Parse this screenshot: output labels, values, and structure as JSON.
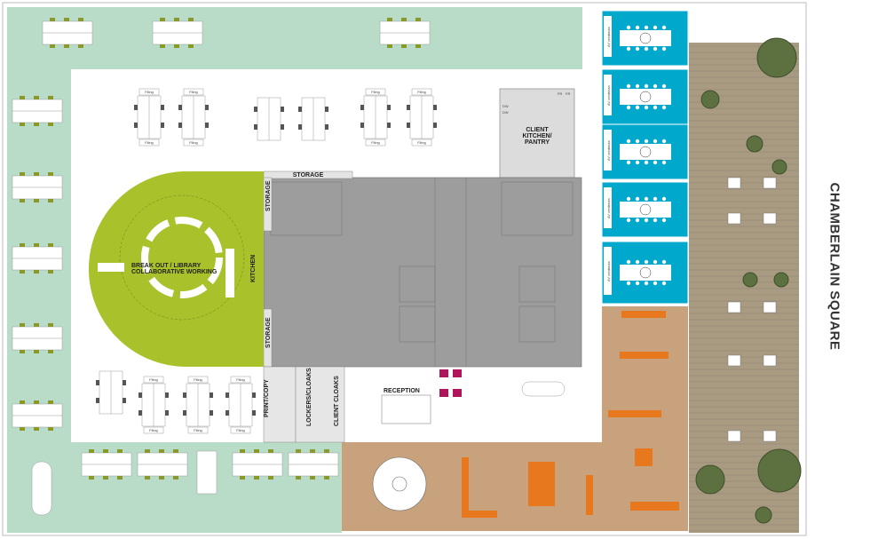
{
  "title": "CHAMBERLAIN SQUARE",
  "labels": {
    "breakout_1": "BREAK OUT / LIBRARY",
    "breakout_2": "COLLABORATIVE WORKING",
    "kitchen": "KITCHEN",
    "storage": "STORAGE",
    "print_copy": "PRINT/COPY",
    "lockers": "LOCKERS/CLOAKS",
    "client_cloaks": "CLIENT CLOAKS",
    "reception": "RECEPTION",
    "client_kitchen_1": "CLIENT",
    "client_kitchen_2": "KITCHEN/",
    "client_kitchen_3": "PANTRY",
    "av_credenza": "AV credenza",
    "filing": "Filing",
    "dw": "DW",
    "fr": "FR"
  },
  "colors": {
    "open_plan": "#b9dcc8",
    "breakout": "#a9c12a",
    "core": "#9d9d9d",
    "meeting_rooms": "#00a8cc",
    "terrace_deck": "#a99b82",
    "brick_floor": "#c8a27c",
    "accent_orange": "#e8781e",
    "accent_magenta": "#b0145a"
  }
}
